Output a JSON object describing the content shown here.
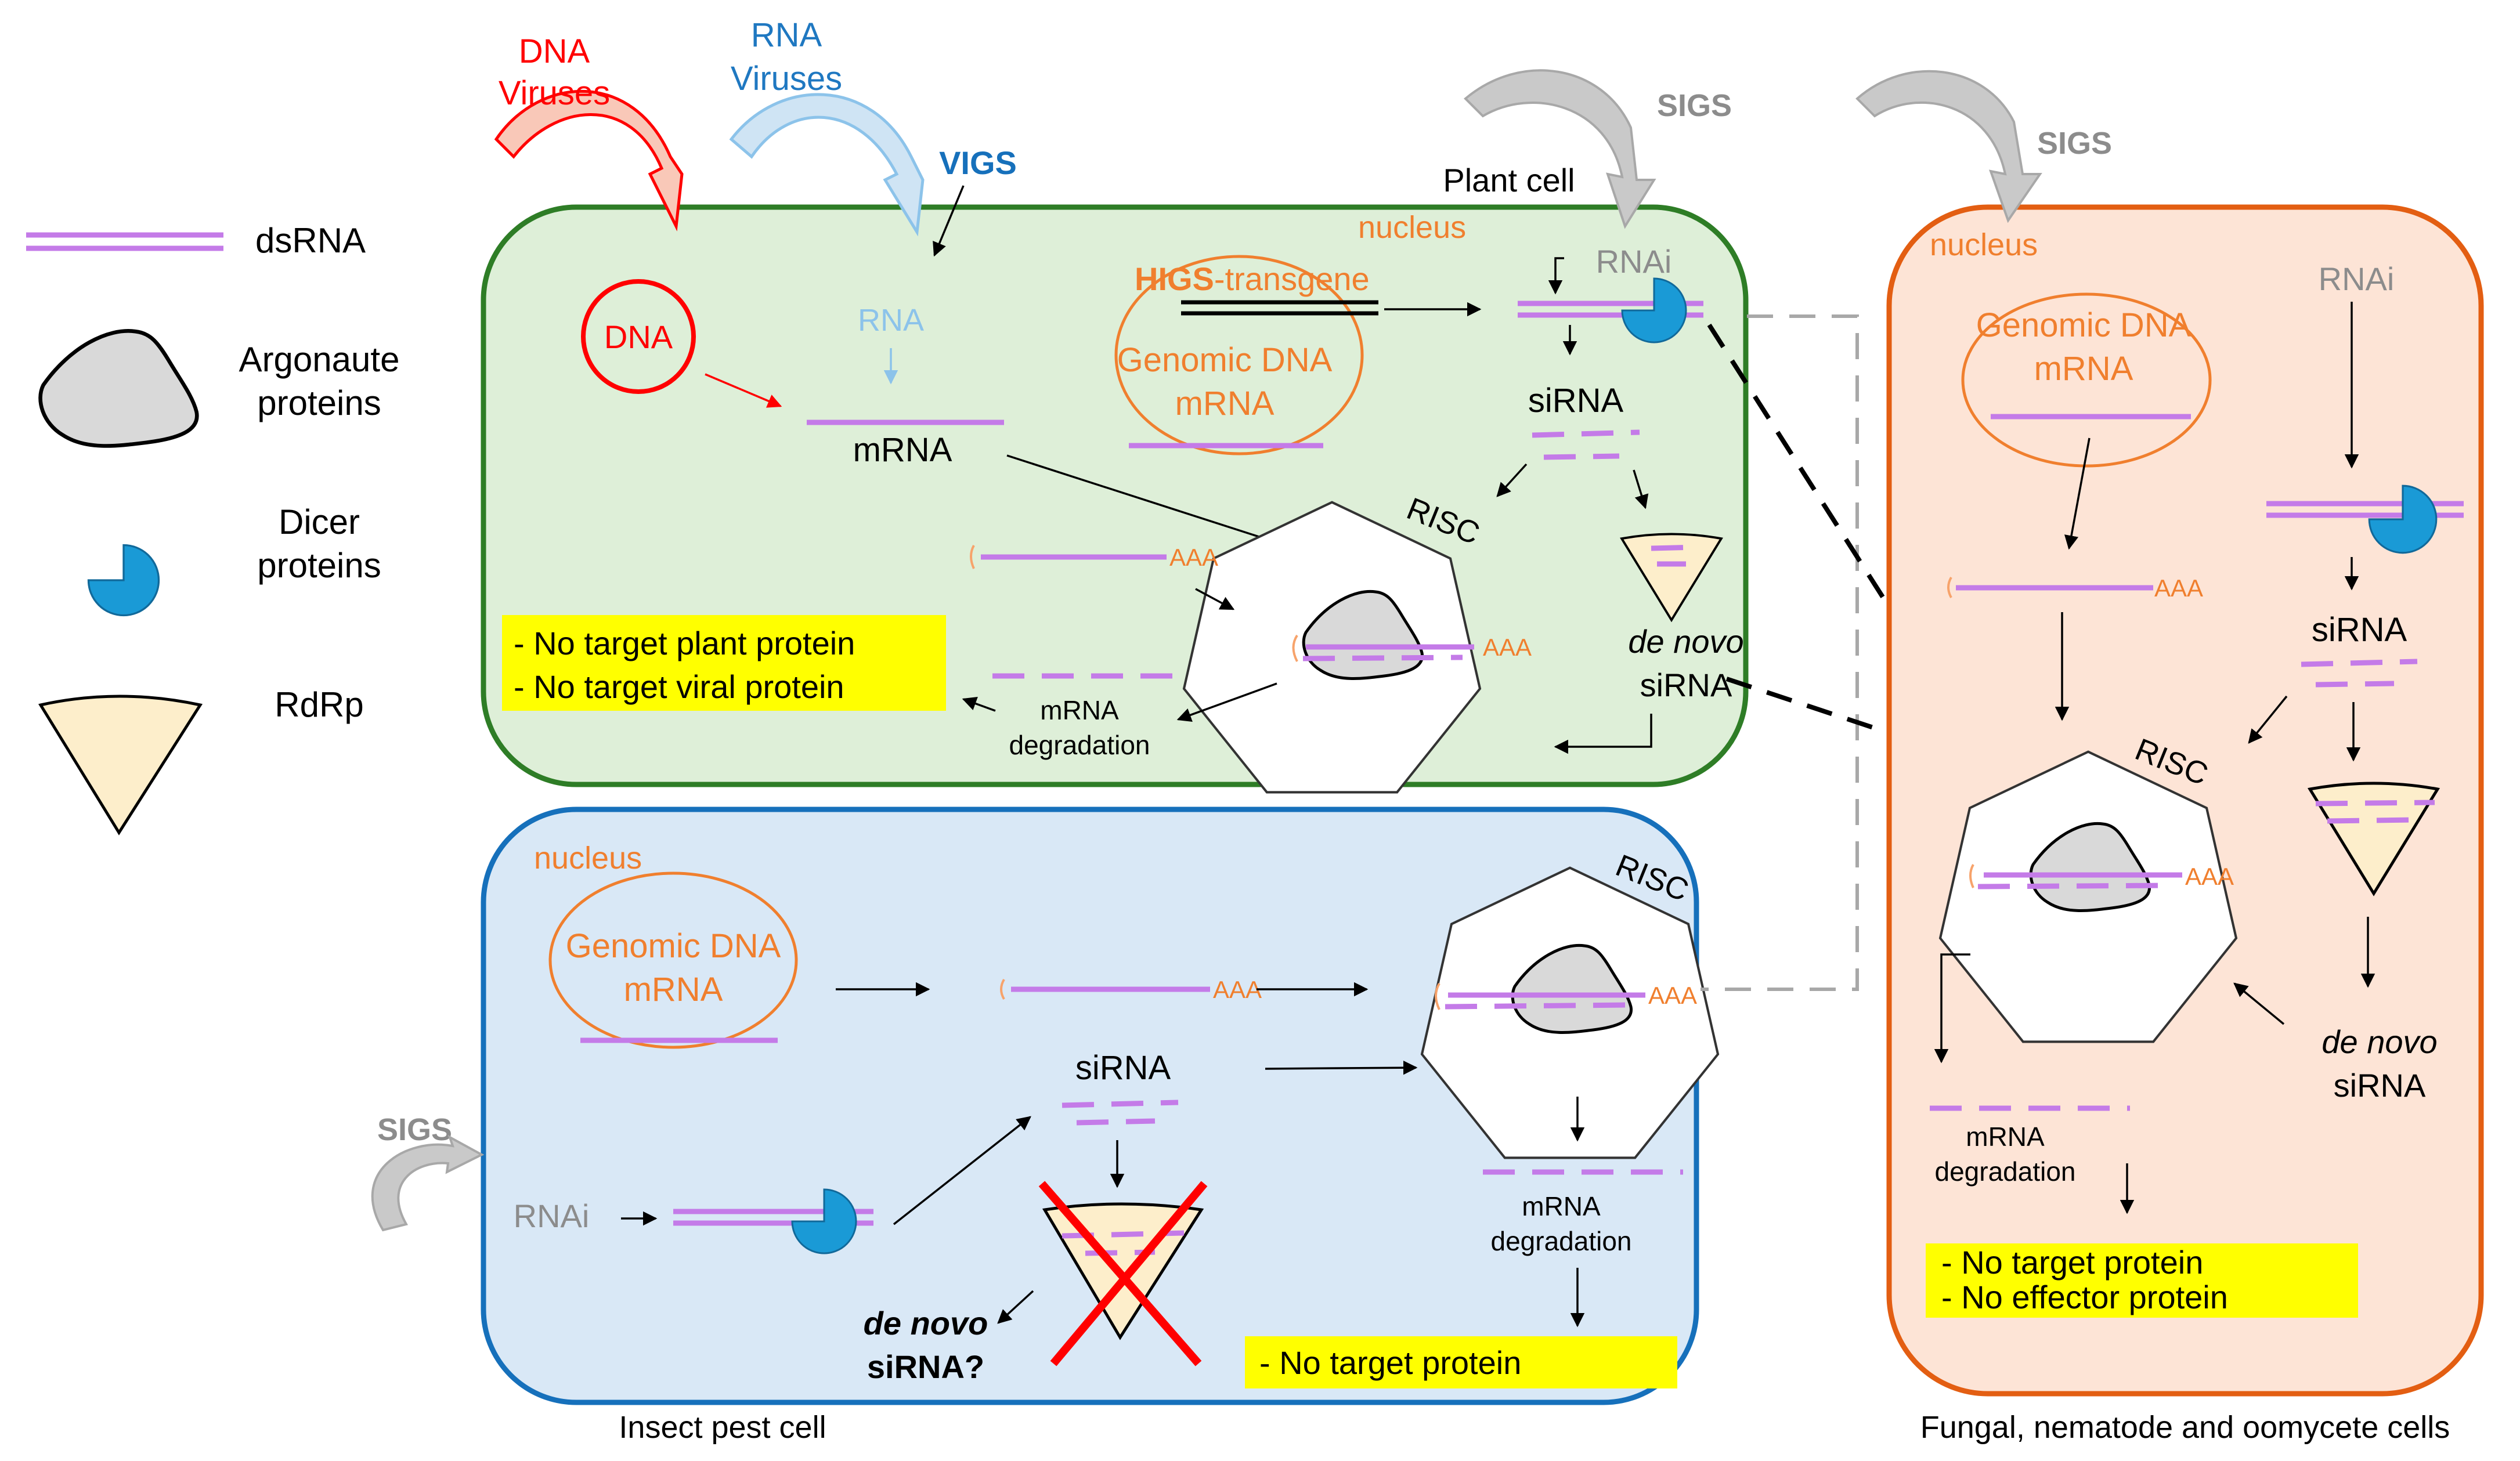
{
  "colors": {
    "plant_cell_fill": "#deefd8",
    "plant_cell_border": "#2e7d26",
    "insect_cell_fill": "#d9e8f6",
    "insect_cell_border": "#1670bb",
    "fungal_cell_fill": "#fde4d6",
    "fungal_cell_border": "#e35e12",
    "rna_strand": "#c47be8",
    "dicer": "#1a9ad6",
    "argonaute": "#d9d9d9",
    "rdrp": "#fdeecb",
    "highlight_box": "#ffff00",
    "orange_text": "#f07f2e"
  },
  "legend": {
    "dsrna": "dsRNA",
    "argonaute_line1": "Argonaute",
    "argonaute_line2": "proteins",
    "dicer_line1": "Dicer",
    "dicer_line2": "proteins",
    "rdrp": "RdRp"
  },
  "top_labels": {
    "dna_viruses_line1": "DNA",
    "dna_viruses_line2": "Viruses",
    "rna_viruses_line1": "RNA",
    "rna_viruses_line2": "Viruses",
    "vigs": "VIGS",
    "sigs_plant": "SIGS",
    "sigs_fungal": "SIGS",
    "sigs_insect": "SIGS"
  },
  "plant_cell": {
    "title": "Plant cell",
    "nucleus_label": "nucleus",
    "dna_circle": "DNA",
    "viral_rna": "RNA",
    "mrna": "mRNA",
    "higs_bold": "HIGS",
    "higs_rest": "-transgene",
    "genomic_dna": "Genomic DNA",
    "nucleus_mrna": "mRNA",
    "rnai": "RNAi",
    "sirna": "siRNA",
    "risc": "RISC",
    "polya": "AAA",
    "risc_polya": "AAA",
    "de_novo": "de novo",
    "de_novo_sirna": "siRNA",
    "degradation_line1": "mRNA",
    "degradation_line2": "degradation",
    "outcome_line1": "- No target plant protein",
    "outcome_line2": "- No target viral protein"
  },
  "insect_cell": {
    "caption": "Insect pest cell",
    "nucleus_label": "nucleus",
    "genomic_dna": "Genomic DNA",
    "nucleus_mrna": "mRNA",
    "polya": "AAA",
    "risc": "RISC",
    "risc_polya": "AAA",
    "rnai": "RNAi",
    "sirna": "siRNA",
    "de_novo": "de novo",
    "de_novo_sirna": "siRNA?",
    "degradation_line1": "mRNA",
    "degradation_line2": "degradation",
    "outcome_line1": "- No target protein"
  },
  "fungal_cell": {
    "caption": "Fungal, nematode and oomycete cells",
    "nucleus_label": "nucleus",
    "genomic_dna": "Genomic DNA",
    "nucleus_mrna": "mRNA",
    "rnai": "RNAi",
    "polya": "AAA",
    "sirna": "siRNA",
    "risc": "RISC",
    "risc_polya": "AAA",
    "de_novo": "de novo",
    "de_novo_sirna": "siRNA",
    "degradation_line1": "mRNA",
    "degradation_line2": "degradation",
    "outcome_line1": "- No target protein",
    "outcome_line2": "- No effector protein"
  }
}
